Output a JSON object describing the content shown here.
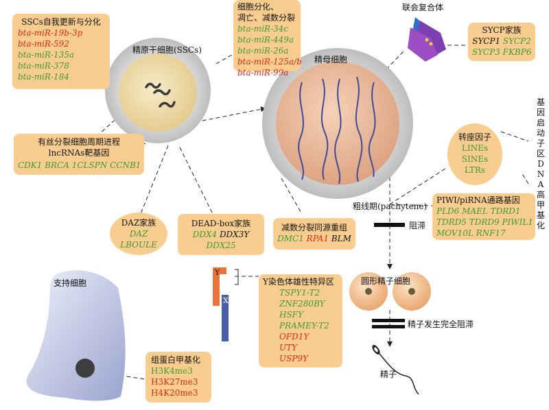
{
  "colors": {
    "box": "#f9cd8f",
    "green": "#3d9a2e",
    "red": "#e0261c",
    "dash": "#222222"
  },
  "ssc_box": {
    "title": "SSCs自我更新与分化",
    "items": [
      {
        "text": "bta-miR-19b-3p",
        "color": "red"
      },
      {
        "text": "bta-miR-592",
        "color": "red"
      },
      {
        "text": "bta-miR-135a",
        "color": "green"
      },
      {
        "text": "bta-miR-378",
        "color": "green"
      },
      {
        "text": "bta-miR-184",
        "color": "green"
      }
    ]
  },
  "ssc_cell": {
    "label": "精原干细胞(SSCs)"
  },
  "diff_box": {
    "title_line1": "细胞分化、",
    "title_line2": "凋亡、减数分裂",
    "items": [
      {
        "text": "bta-miR-34c",
        "color": "green"
      },
      {
        "text": "bta-miR-449a",
        "color": "green"
      },
      {
        "text": "bta-miR-26a",
        "color": "green"
      },
      {
        "text": "bta-miR-125a/b",
        "color": "red"
      },
      {
        "text": "bta-miR-99a",
        "color": "red"
      }
    ]
  },
  "spermatocyte": {
    "label": "精母细胞"
  },
  "synaptonemal": {
    "label": "联会复合体"
  },
  "sycp_box": {
    "title": "SYCP家族",
    "row1": [
      {
        "text": "SYCP1",
        "color": "black"
      },
      {
        "text": "SYCP2",
        "color": "green"
      }
    ],
    "row2": [
      {
        "text": "SYCP3",
        "color": "green"
      },
      {
        "text": "FKBP6",
        "color": "green"
      }
    ]
  },
  "mitotic_box": {
    "line1": "有丝分裂细胞周期进程",
    "line2": "lncRNAs靶基因",
    "genes": "CDK1 BRCA 1CLSPN CCNB1"
  },
  "transposon_box": {
    "title": "转座因子",
    "items": [
      "LINEs",
      "SINEs",
      "LTRs"
    ]
  },
  "side_label": {
    "text": "基因启动子区DNA高甲基化"
  },
  "pachytene": {
    "label": "粗线期(pachytene)",
    "block": "阻滞"
  },
  "piwi_box": {
    "title": "PIWI/piRNA通路基因",
    "row1": "PLD6 MAEL TDRD1",
    "row2": "TDRD5 TDRD9 PIWIL1",
    "row3": "MOV10L RNF17"
  },
  "daz_box": {
    "title": "DAZ家族",
    "items": [
      "DAZ",
      "LBOULE"
    ]
  },
  "deadbox_box": {
    "title": "DEAD-box家族",
    "row1": [
      {
        "text": "DDX4",
        "color": "green"
      },
      {
        "text": "DDX3Y",
        "color": "black"
      }
    ],
    "row2": [
      {
        "text": "DDX25",
        "color": "green"
      }
    ]
  },
  "meiosis_box": {
    "title": "减数分裂同源重组",
    "row1": [
      {
        "text": "DMC1",
        "color": "green"
      },
      {
        "text": "RPA1",
        "color": "red"
      },
      {
        "text": "BLM",
        "color": "black"
      }
    ]
  },
  "chromosomes": {
    "y_label": "Y",
    "x_label": "X"
  },
  "y_box": {
    "title": "Y染色体雄性特异区",
    "items": [
      {
        "text": "TSPY1-T2",
        "color": "green"
      },
      {
        "text": "ZNF280BY",
        "color": "green"
      },
      {
        "text": "HSFY",
        "color": "green"
      },
      {
        "text": "PRAMEY-T2",
        "color": "green"
      },
      {
        "text": "OFD1Y",
        "color": "red"
      },
      {
        "text": "UTY",
        "color": "red"
      },
      {
        "text": "USP9Y",
        "color": "red"
      }
    ]
  },
  "spermatid": {
    "label": "圆形精子细胞"
  },
  "complete_block": {
    "label": "精子发生完全阻滞"
  },
  "sperm": {
    "label": "精子"
  },
  "sertoli": {
    "label": "支持细胞"
  },
  "histone_box": {
    "title": "组蛋白甲基化",
    "items": [
      {
        "text": "H3K4me3",
        "color": "green"
      },
      {
        "text": "H3K27me3",
        "color": "red"
      },
      {
        "text": "H4K20me3",
        "color": "red"
      }
    ]
  }
}
